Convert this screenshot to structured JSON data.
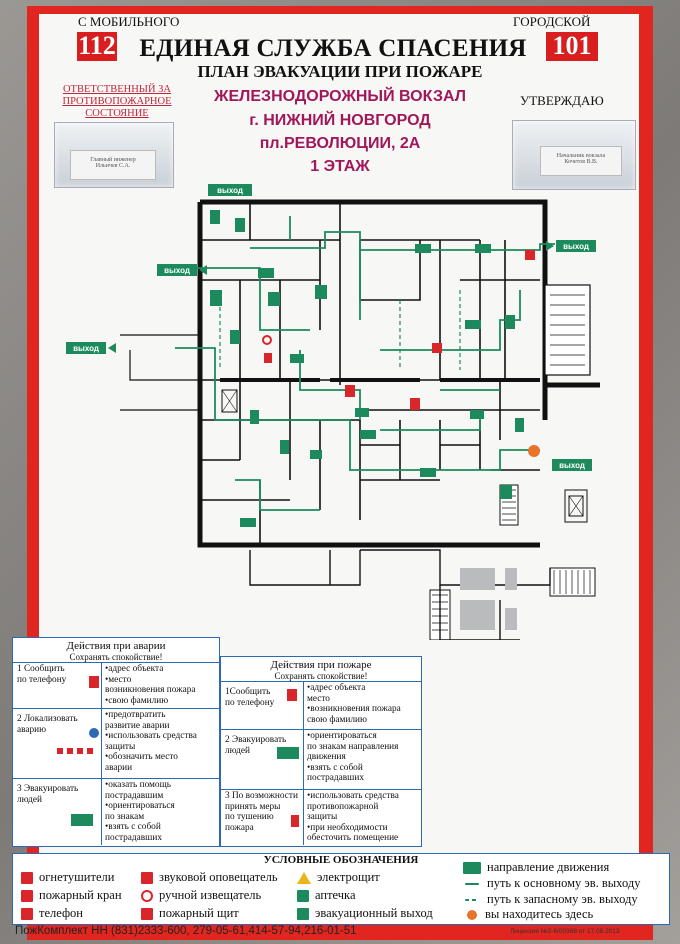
{
  "header": {
    "mobile_label": "С МОБИЛЬНОГО",
    "mobile_number": "112",
    "city_label": "ГОРОДСКОЙ",
    "city_number": "101",
    "title": "ЕДИНАЯ СЛУЖБА СПАСЕНИЯ",
    "subtitle": "ПЛАН ЭВАКУАЦИИ ПРИ ПОЖАРЕ",
    "place_lines": [
      "ЖЕЛЕЗНОДОРОЖНЫЙ ВОКЗАЛ",
      "г. НИЖНИЙ НОВГОРОД",
      "пл.РЕВОЛЮЦИИ, 2А",
      "1 ЭТАЖ"
    ],
    "responsible_lines": [
      "ОТВЕТСТВЕННЫЙ ЗА",
      "ПРОТИВОПОЖАРНОЕ",
      "СОСТОЯНИЕ"
    ],
    "approve": "УТВЕРЖДАЮ",
    "card_left": [
      "Главный инженер",
      "Ильичев С.А."
    ],
    "card_right": [
      "Начальник вокзала",
      "Кочетов В.В."
    ]
  },
  "plan": {
    "exit_label": "выход"
  },
  "accident": {
    "title": "Действия при аварии",
    "subtitle": "Сохранять спокойствие!",
    "rows": [
      {
        "left": [
          "1 Сообщить",
          "по телефону"
        ],
        "right": [
          "•адрес объекта",
          "•место",
          "возникновения пожара",
          "•свою фамилию"
        ]
      },
      {
        "left": [
          "2 Локализовать",
          "аварию"
        ],
        "right": [
          "•предотвратить",
          "развитие аварии",
          "•использовать средства",
          "защиты",
          "•обозначить место",
          "аварии"
        ]
      },
      {
        "left": [
          "3 Эвакуировать",
          "людей"
        ],
        "right": [
          "•оказать помощь",
          "пострадавшим",
          "•ориентироваться",
          "по знакам",
          "•взять с собой",
          "пострадавших"
        ]
      }
    ]
  },
  "fire": {
    "title": "Действия при пожаре",
    "subtitle": "Сохранять спокойствие!",
    "rows": [
      {
        "left": [
          "1Сообщить",
          "по телефону"
        ],
        "right": [
          "•адрес объекта",
          "место",
          "•возникновения пожара",
          "свою фамилию"
        ]
      },
      {
        "left": [
          "2 Эвакуировать",
          "людей"
        ],
        "right": [
          "•ориентироваться",
          "по знакам направления",
          "движения",
          "•взять с собой",
          "пострадавших"
        ]
      },
      {
        "left": [
          "3 По возможности",
          "принять меры",
          "по тушению",
          "пожара"
        ],
        "right": [
          "•использовать средства",
          "противопожарной",
          "защиты",
          "•при необходимости",
          "обесточить помещение"
        ]
      }
    ]
  },
  "legend": {
    "title": "УСЛОВНЫЕ ОБОЗНАЧЕНИЯ",
    "items": [
      {
        "label": "огнетушители",
        "icon": "extinguisher-icon",
        "color": "#d8262a"
      },
      {
        "label": "пожарный кран",
        "icon": "fire-hose-icon",
        "color": "#d8262a"
      },
      {
        "label": "телефон",
        "icon": "phone-icon",
        "color": "#d8262a"
      },
      {
        "label": "звуковой оповещатель",
        "icon": "siren-icon",
        "color": "#d8262a"
      },
      {
        "label": "ручной извещатель",
        "icon": "manual-alarm-icon",
        "color": "#d8262a"
      },
      {
        "label": "пожарный щит",
        "icon": "fire-board-icon",
        "color": "#d8262a"
      },
      {
        "label": "электрощит",
        "icon": "electric-hazard-icon",
        "color": "#e8b51a"
      },
      {
        "label": "аптечка",
        "icon": "first-aid-icon",
        "color": "#1c8a5c"
      },
      {
        "label": "эвакуационный выход",
        "icon": "emergency-exit-icon",
        "color": "#1c8a5c"
      },
      {
        "label": "направление движения",
        "icon": "direction-sign-icon",
        "color": "#1c8a5c"
      },
      {
        "label": "путь к основному эв. выходу",
        "icon": "main-route-line-icon",
        "color": "#1c8a5c"
      },
      {
        "label": "путь к запасному эв. выходу",
        "icon": "spare-route-line-icon",
        "color": "#1c8a5c"
      },
      {
        "label": "вы находитесь здесь",
        "icon": "you-are-here-icon",
        "color": "#e8742a"
      }
    ]
  },
  "footer": {
    "text": "ПожКомплект НН (831)2333-600, 279-05-61,414-57-94,216-01-51",
    "license": "Лицензия №3-6/00368 от 17.08.2013"
  }
}
